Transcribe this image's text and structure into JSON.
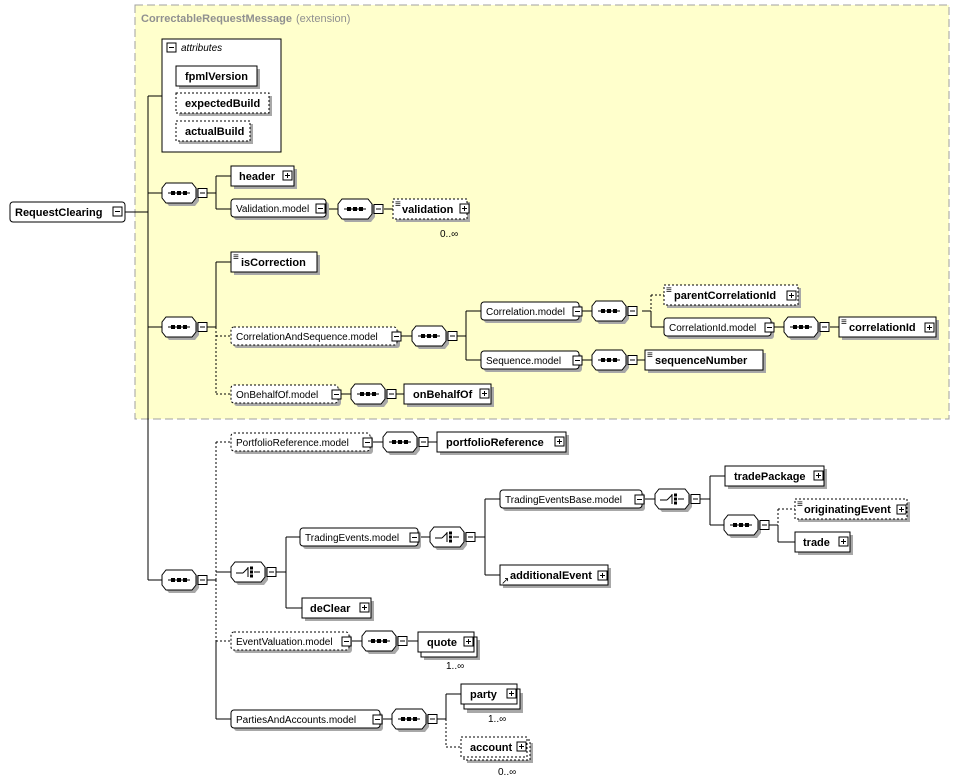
{
  "extension": {
    "name": "CorrectableRequestMessage",
    "note": "(extension)"
  },
  "attributes_group": {
    "label": "attributes",
    "items": [
      "fpmlVersion",
      "expectedBuild",
      "actualBuild"
    ]
  },
  "root": {
    "name": "RequestClearing"
  },
  "elements": {
    "header": "header",
    "validation_model": "Validation.model",
    "validation": "validation",
    "validation_card": "0..∞",
    "is_correction": "isCorrection",
    "correlation_and_sequence_model": "CorrelationAndSequence.model",
    "correlation_model": "Correlation.model",
    "parent_correlation_id": "parentCorrelationId",
    "correlation_id_model": "CorrelationId.model",
    "correlation_id": "correlationId",
    "sequence_model": "Sequence.model",
    "sequence_number": "sequenceNumber",
    "on_behalf_of_model": "OnBehalfOf.model",
    "on_behalf_of": "onBehalfOf",
    "portfolio_reference_model": "PortfolioReference.model",
    "portfolio_reference": "portfolioReference",
    "trading_events_model": "TradingEvents.model",
    "trading_events_base_model": "TradingEventsBase.model",
    "trade_package": "tradePackage",
    "originating_event": "originatingEvent",
    "trade": "trade",
    "additional_event": "additionalEvent",
    "de_clear": "deClear",
    "event_valuation_model": "EventValuation.model",
    "quote": "quote",
    "quote_card": "1..∞",
    "parties_and_accounts_model": "PartiesAndAccounts.model",
    "party": "party",
    "party_card": "1..∞",
    "account": "account",
    "account_card": "0..∞"
  }
}
